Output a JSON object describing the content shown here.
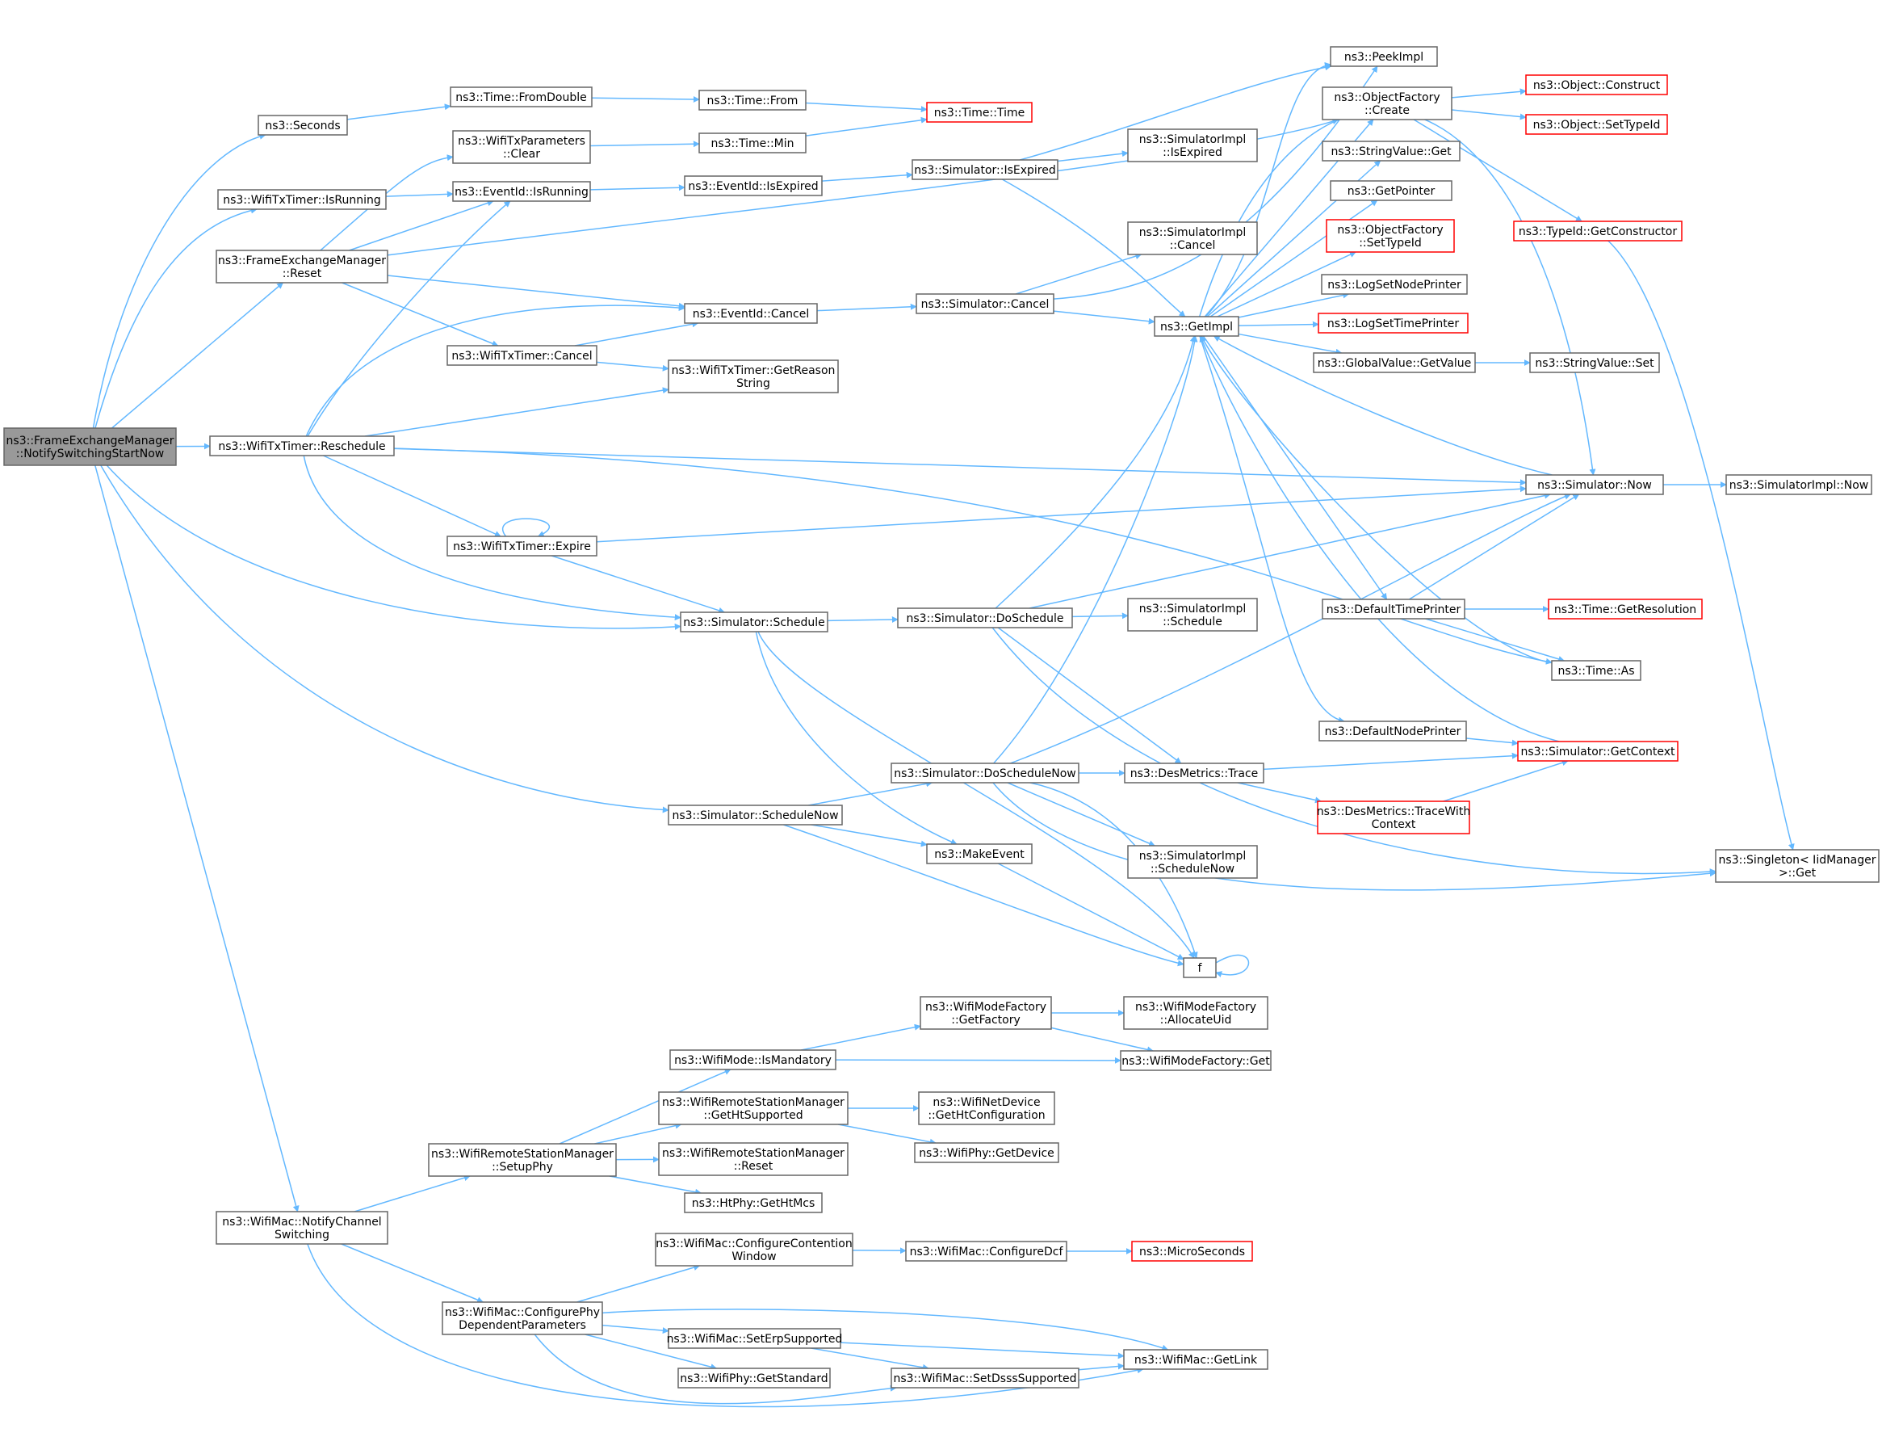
{
  "colors": {
    "edge": "#63b8ff",
    "root_fill": "#999999",
    "node_border": "#666666",
    "missing_border": "#ff0000"
  },
  "nodes": {
    "root": {
      "lines": [
        "ns3::FrameExchangeManager",
        "::NotifySwitchingStartNow"
      ],
      "root": true
    },
    "seconds": {
      "lines": [
        "ns3::Seconds"
      ]
    },
    "wtt_isrunning": {
      "lines": [
        "ns3::WifiTxTimer::IsRunning"
      ]
    },
    "fem_reset": {
      "lines": [
        "ns3::FrameExchangeManager",
        "::Reset"
      ]
    },
    "wtt_reschedule": {
      "lines": [
        "ns3::WifiTxTimer::Reschedule"
      ]
    },
    "sim_schedulenow": {
      "lines": [
        "ns3::Simulator::ScheduleNow"
      ]
    },
    "wm_notifychannel": {
      "lines": [
        "ns3::WifiMac::NotifyChannel",
        "Switching"
      ]
    },
    "time_fromdouble": {
      "lines": [
        "ns3::Time::FromDouble"
      ]
    },
    "wtxp_clear": {
      "lines": [
        "ns3::WifiTxParameters",
        "::Clear"
      ]
    },
    "eid_isrunning": {
      "lines": [
        "ns3::EventId::IsRunning"
      ]
    },
    "wtt_cancel": {
      "lines": [
        "ns3::WifiTxTimer::Cancel"
      ]
    },
    "wtt_expire": {
      "lines": [
        "ns3::WifiTxTimer::Expire"
      ]
    },
    "wrsm_setupphy": {
      "lines": [
        "ns3::WifiRemoteStationManager",
        "::SetupPhy"
      ]
    },
    "wm_configphy": {
      "lines": [
        "ns3::WifiMac::ConfigurePhy",
        "DependentParameters"
      ]
    },
    "time_from": {
      "lines": [
        "ns3::Time::From"
      ]
    },
    "time_min": {
      "lines": [
        "ns3::Time::Min"
      ]
    },
    "eid_isexpired": {
      "lines": [
        "ns3::EventId::IsExpired"
      ]
    },
    "eid_cancel": {
      "lines": [
        "ns3::EventId::Cancel"
      ]
    },
    "wtt_getreason": {
      "lines": [
        "ns3::WifiTxTimer::GetReason",
        "String"
      ]
    },
    "sim_schedule": {
      "lines": [
        "ns3::Simulator::Schedule"
      ]
    },
    "wmode_ismandatory": {
      "lines": [
        "ns3::WifiMode::IsMandatory"
      ]
    },
    "wrsm_getht": {
      "lines": [
        "ns3::WifiRemoteStationManager",
        "::GetHtSupported"
      ]
    },
    "wrsm_reset": {
      "lines": [
        "ns3::WifiRemoteStationManager",
        "::Reset"
      ]
    },
    "htphy_gethtmcs": {
      "lines": [
        "ns3::HtPhy::GetHtMcs"
      ]
    },
    "wm_configcw": {
      "lines": [
        "ns3::WifiMac::ConfigureContention",
        "Window"
      ]
    },
    "wm_seterp": {
      "lines": [
        "ns3::WifiMac::SetErpSupported"
      ]
    },
    "wphy_getstandard": {
      "lines": [
        "ns3::WifiPhy::GetStandard"
      ]
    },
    "time_time": {
      "lines": [
        "ns3::Time::Time"
      ],
      "red": true
    },
    "sim_isexpired": {
      "lines": [
        "ns3::Simulator::IsExpired"
      ]
    },
    "sim_cancel": {
      "lines": [
        "ns3::Simulator::Cancel"
      ]
    },
    "sim_doschedule": {
      "lines": [
        "ns3::Simulator::DoSchedule"
      ]
    },
    "sim_doschedulenow": {
      "lines": [
        "ns3::Simulator::DoScheduleNow"
      ]
    },
    "makeevent": {
      "lines": [
        "ns3::MakeEvent"
      ]
    },
    "wmf_getfactory": {
      "lines": [
        "ns3::WifiModeFactory",
        "::GetFactory"
      ]
    },
    "wm_configdcf": {
      "lines": [
        "ns3::WifiMac::ConfigureDcf"
      ]
    },
    "wm_setdsss": {
      "lines": [
        "ns3::WifiMac::SetDsssSupported"
      ]
    },
    "simimpl_isexpired": {
      "lines": [
        "ns3::SimulatorImpl",
        "::IsExpired"
      ]
    },
    "simimpl_cancel": {
      "lines": [
        "ns3::SimulatorImpl",
        "::Cancel"
      ]
    },
    "getimpl": {
      "lines": [
        "ns3::GetImpl"
      ]
    },
    "simimpl_schedule": {
      "lines": [
        "ns3::SimulatorImpl",
        "::Schedule"
      ]
    },
    "desmetrics_trace": {
      "lines": [
        "ns3::DesMetrics::Trace"
      ]
    },
    "simimpl_schedulenow": {
      "lines": [
        "ns3::SimulatorImpl",
        "::ScheduleNow"
      ]
    },
    "f": {
      "lines": [
        "f"
      ]
    },
    "wmf_allocateuid": {
      "lines": [
        "ns3::WifiModeFactory",
        "::AllocateUid"
      ]
    },
    "wmf_get": {
      "lines": [
        "ns3::WifiModeFactory::Get"
      ]
    },
    "wnd_gethtconfig": {
      "lines": [
        "ns3::WifiNetDevice",
        "::GetHtConfiguration"
      ]
    },
    "wphy_getdevice": {
      "lines": [
        "ns3::WifiPhy::GetDevice"
      ]
    },
    "microseconds": {
      "lines": [
        "ns3::MicroSeconds"
      ],
      "red": true
    },
    "wm_getlink": {
      "lines": [
        "ns3::WifiMac::GetLink"
      ]
    },
    "peekimpl": {
      "lines": [
        "ns3::PeekImpl"
      ]
    },
    "of_create": {
      "lines": [
        "ns3::ObjectFactory",
        "::Create"
      ]
    },
    "sv_get": {
      "lines": [
        "ns3::StringValue::Get"
      ]
    },
    "getpointer": {
      "lines": [
        "ns3::GetPointer"
      ]
    },
    "of_settypeid": {
      "lines": [
        "ns3::ObjectFactory",
        "::SetTypeId"
      ],
      "red": true
    },
    "logsetnodeprinter": {
      "lines": [
        "ns3::LogSetNodePrinter"
      ]
    },
    "logsettimeprinter": {
      "lines": [
        "ns3::LogSetTimePrinter"
      ],
      "red": true
    },
    "gv_getvalue": {
      "lines": [
        "ns3::GlobalValue::GetValue"
      ]
    },
    "defaulttimeprinter": {
      "lines": [
        "ns3::DefaultTimePrinter"
      ]
    },
    "defaultnodeprinter": {
      "lines": [
        "ns3::DefaultNodePrinter"
      ]
    },
    "dm_tracewithcontext": {
      "lines": [
        "ns3::DesMetrics::TraceWith",
        "Context"
      ],
      "red": true
    },
    "obj_construct": {
      "lines": [
        "ns3::Object::Construct"
      ],
      "red": true
    },
    "obj_settypeid": {
      "lines": [
        "ns3::Object::SetTypeId"
      ],
      "red": true
    },
    "typeid_getconstructor": {
      "lines": [
        "ns3::TypeId::GetConstructor"
      ],
      "red": true
    },
    "sv_set": {
      "lines": [
        "ns3::StringValue::Set"
      ]
    },
    "sim_now": {
      "lines": [
        "ns3::Simulator::Now"
      ]
    },
    "time_getresolution": {
      "lines": [
        "ns3::Time::GetResolution"
      ],
      "red": true
    },
    "time_as": {
      "lines": [
        "ns3::Time::As"
      ]
    },
    "sim_getcontext": {
      "lines": [
        "ns3::Simulator::GetContext"
      ],
      "red": true
    },
    "simimpl_now": {
      "lines": [
        "ns3::SimulatorImpl::Now"
      ]
    },
    "singleton_get": {
      "lines": [
        "ns3::Singleton< IidManager",
        " >::Get"
      ]
    }
  }
}
